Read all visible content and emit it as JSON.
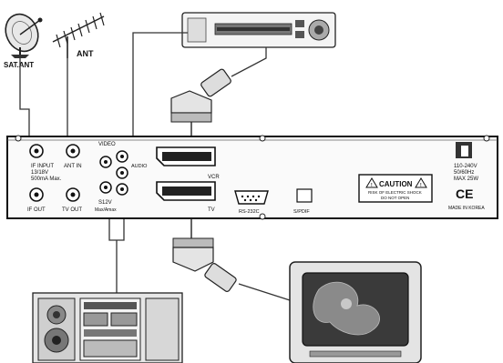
{
  "antennas": {
    "satellite": "SAT.ANT",
    "terrestrial": "ANT"
  },
  "receiver_panel": {
    "if_input": [
      "IF INPUT",
      "13/18V",
      "500mA Max."
    ],
    "ant_in": "ANT IN",
    "if_out": "IF OUT",
    "tv_out": "TV OUT",
    "video": "VIDEO",
    "audio": "AUDIO",
    "s12v": "S12V",
    "s12v_sub": "Max/Amax",
    "vcr": "VCR",
    "tv": "TV",
    "rs232c": "RS-232C",
    "spdif": "S/PDIF"
  },
  "caution_label": {
    "title": "CAUTION",
    "line1": "RISK OF ELECTRIC SHOCK",
    "line2": "DO NOT OPEN"
  },
  "rating_plate": {
    "voltage": "110-240V",
    "frequency": "50/60Hz",
    "power": "MAX 25W",
    "mark": "CE",
    "origin": "MADE IN KOREA"
  }
}
